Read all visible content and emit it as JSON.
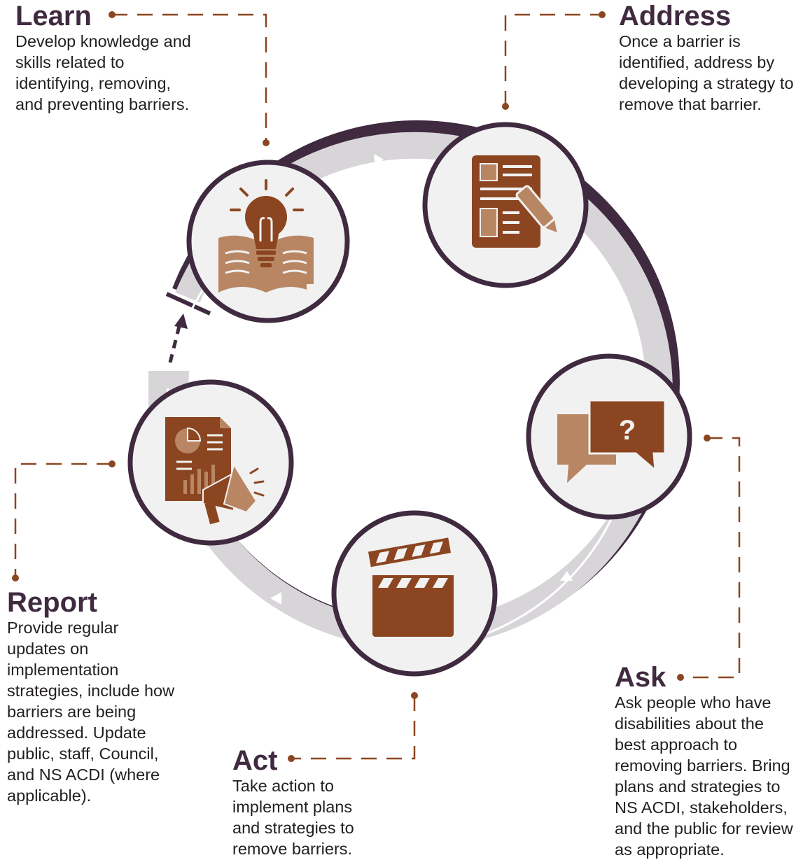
{
  "colors": {
    "ring": "#d8d5d9",
    "ring_shadow": "#3f2a40",
    "flow_line": "#ffffff",
    "circle_fill": "#f1f1f1",
    "circle_border": "#3f2a40",
    "icon_dark": "#8b4621",
    "icon_light": "#b98664",
    "connector": "#8b4621",
    "title_text": "#3f2a40",
    "body_text": "#231f20"
  },
  "steps": [
    {
      "id": "learn",
      "title": "Learn",
      "icon": "lightbulb-book-icon",
      "lines": [
        "Develop knowledge and",
        "skills related to",
        "identifying, removing,",
        "and preventing barriers."
      ]
    },
    {
      "id": "address",
      "title": "Address",
      "icon": "document-pen-icon",
      "lines": [
        "Once a barrier is",
        "identified, address by",
        "developing a strategy to",
        "remove that barrier."
      ]
    },
    {
      "id": "ask",
      "title": "Ask",
      "icon": "speech-bubbles-question-icon",
      "lines": [
        "Ask people who have",
        "disabilities about the",
        "best approach to",
        "removing barriers. Bring",
        "plans and strategies to",
        "NS ACDI, stakeholders,",
        "and the public for review",
        "as appropriate."
      ]
    },
    {
      "id": "act",
      "title": "Act",
      "icon": "clapperboard-icon",
      "lines": [
        "Take action to",
        "implement plans",
        "and strategies to",
        "remove barriers."
      ]
    },
    {
      "id": "report",
      "title": "Report",
      "icon": "report-megaphone-icon",
      "lines": [
        "Provide regular",
        "updates on",
        "implementation",
        "strategies, include how",
        "barriers are being",
        "addressed. Update",
        "public, staff, Council,",
        "and NS ACDI (where",
        "applicable)."
      ]
    }
  ]
}
